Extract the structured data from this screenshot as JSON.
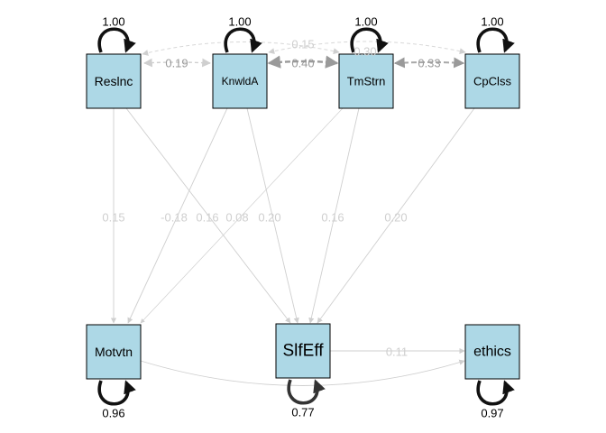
{
  "nodes": [
    {
      "id": "reslnc",
      "label": "Reslnc",
      "variance": "1.00"
    },
    {
      "id": "knwlda",
      "label": "KnwldA",
      "variance": "1.00"
    },
    {
      "id": "tmstrn",
      "label": "TmStrn",
      "variance": "1.00"
    },
    {
      "id": "cpclss",
      "label": "CpClss",
      "variance": "1.00"
    },
    {
      "id": "motvtn",
      "label": "Motvtn",
      "variance": "0.96"
    },
    {
      "id": "slfeff",
      "label": "SlfEff",
      "variance": "0.77"
    },
    {
      "id": "ethics",
      "label": "ethics",
      "variance": "0.97"
    }
  ],
  "paths": [
    {
      "from": "reslnc",
      "to": "motvtn",
      "label": "0.15"
    },
    {
      "from": "knwlda",
      "to": "motvtn",
      "label": "-0.18"
    },
    {
      "from": "tmstrn",
      "to": "motvtn",
      "label": "0.08"
    },
    {
      "from": "reslnc",
      "to": "slfeff",
      "label": "0.16"
    },
    {
      "from": "knwlda",
      "to": "slfeff",
      "label": "0.20"
    },
    {
      "from": "tmstrn",
      "to": "slfeff",
      "label": "0.16"
    },
    {
      "from": "cpclss",
      "to": "slfeff",
      "label": "0.20"
    },
    {
      "from": "slfeff",
      "to": "ethics",
      "label": "0.11"
    },
    {
      "from": "motvtn",
      "to": "ethics",
      "label": ""
    }
  ],
  "covariances": [
    {
      "a": "reslnc",
      "b": "knwlda",
      "label": "0.19"
    },
    {
      "a": "knwlda",
      "b": "tmstrn",
      "label": "0.40"
    },
    {
      "a": "tmstrn",
      "b": "cpclss",
      "label": "0.33"
    },
    {
      "a": "reslnc",
      "b": "tmstrn",
      "label": "0.15"
    },
    {
      "a": "knwlda",
      "b": "cpclss",
      "label": "0.30"
    }
  ],
  "colors": {
    "node_fill": "#add8e6",
    "strong": "#000000",
    "mid": "#8c8c8c",
    "light": "#cfcfcf"
  }
}
